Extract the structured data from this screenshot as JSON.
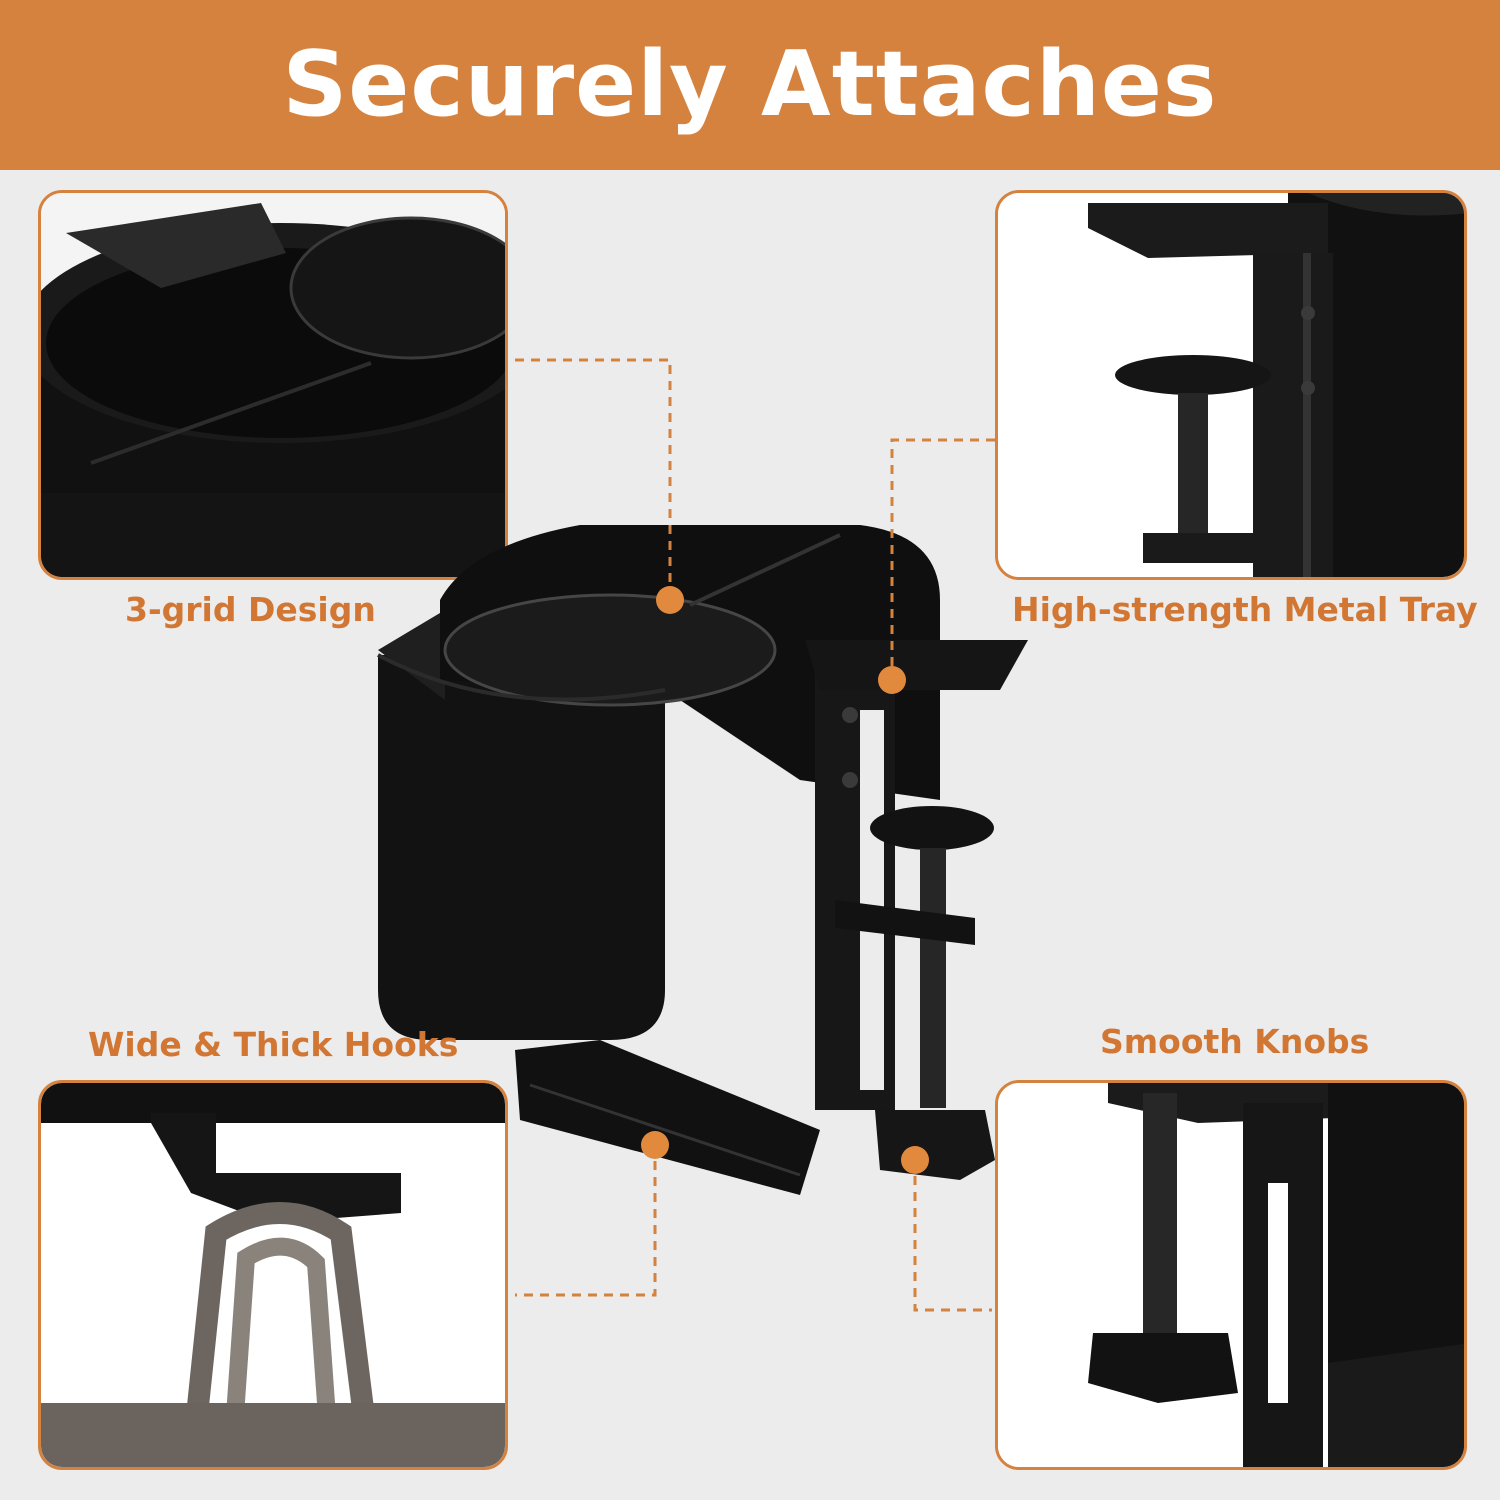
{
  "header": {
    "title": "Securely Attaches"
  },
  "features": [
    {
      "label": "3-grid Design"
    },
    {
      "label": "High-strength Metal Tray"
    },
    {
      "label": "Wide & Thick Hooks"
    },
    {
      "label": "Smooth Knobs"
    }
  ],
  "colors": {
    "banner": "#d5823e",
    "accent_text": "#d17733",
    "background": "#ececec",
    "product": "#111111"
  }
}
